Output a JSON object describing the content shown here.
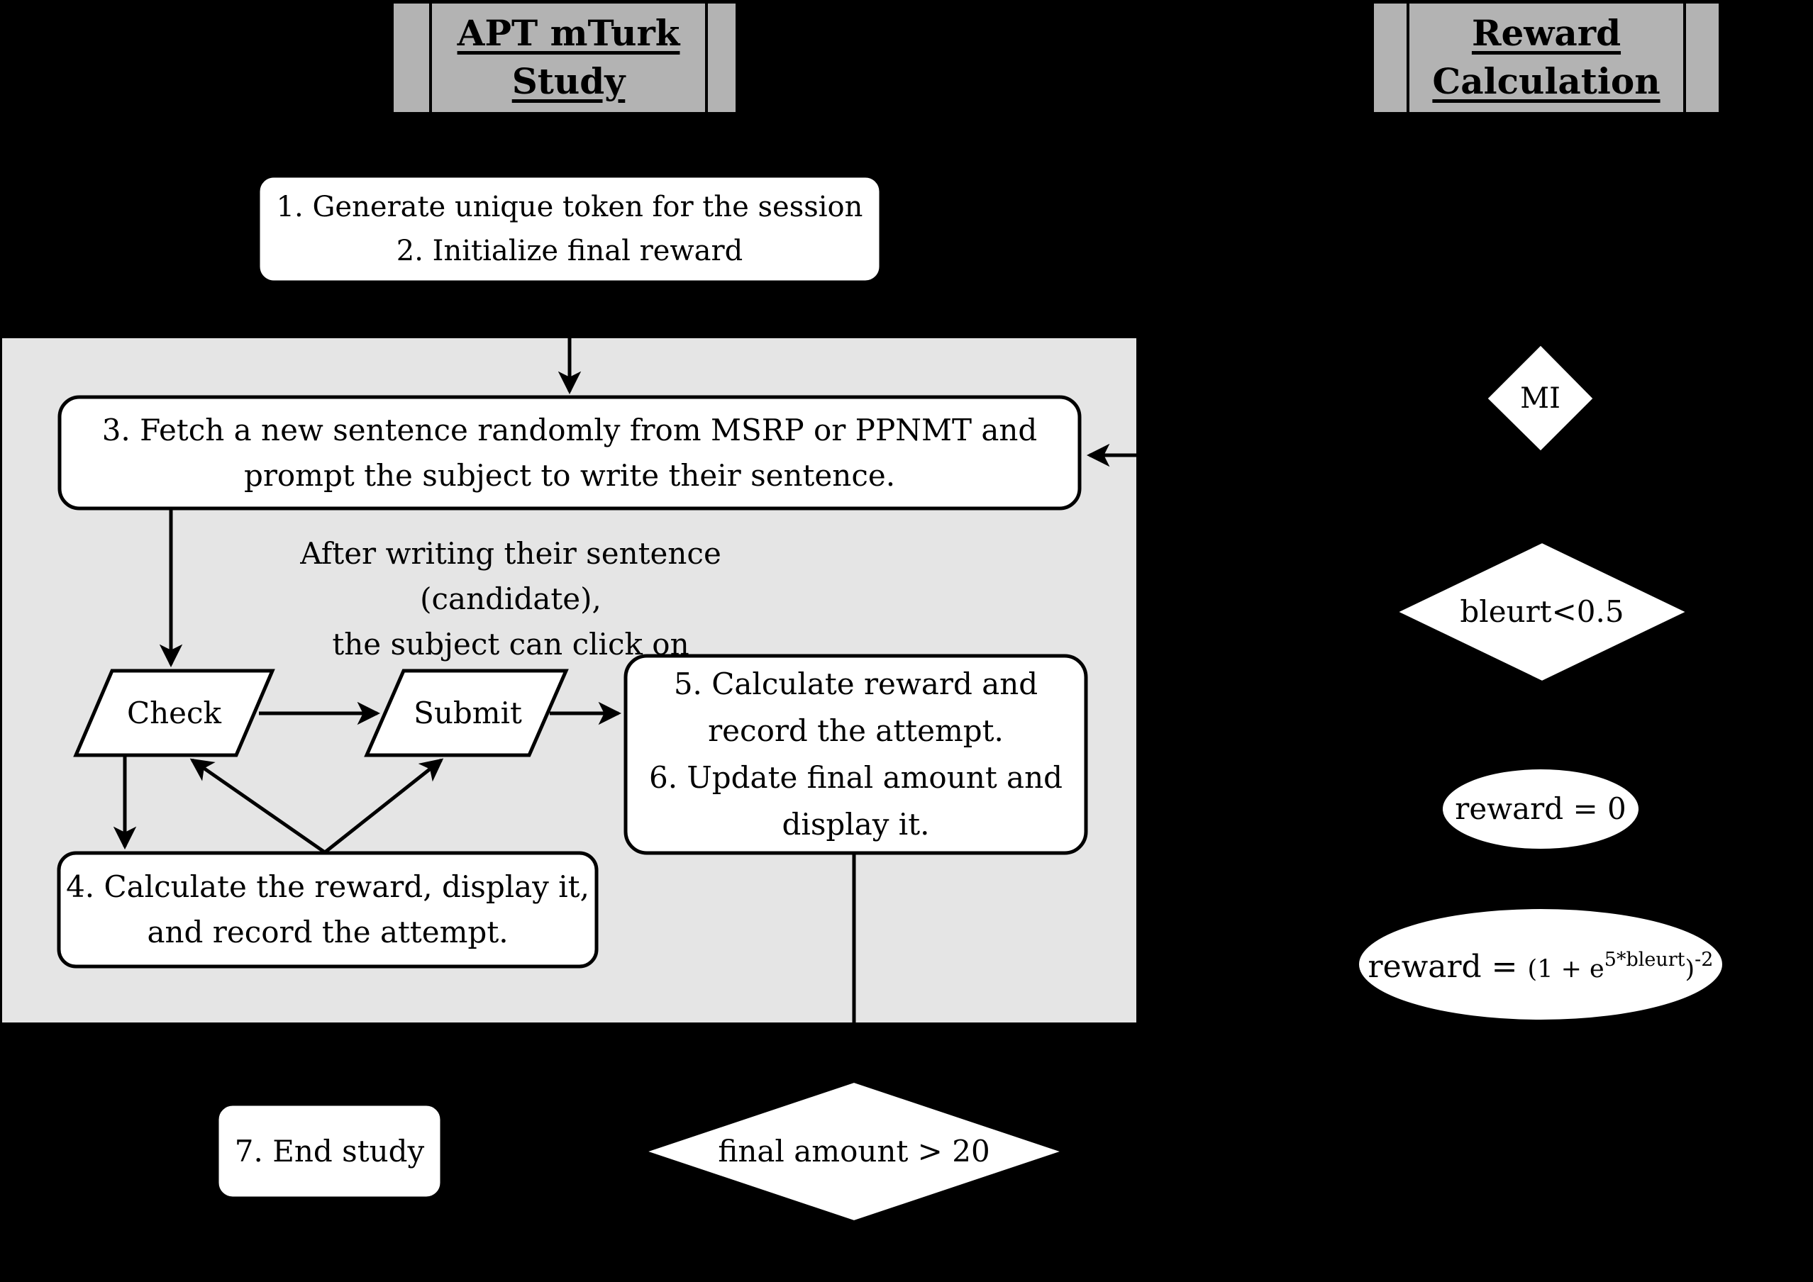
{
  "diagram": {
    "left_panel_title": {
      "line1": "APT mTurk",
      "line2": "Study"
    },
    "right_panel_title": {
      "line1": "Reward",
      "line2": "Calculation"
    },
    "nodes": {
      "step_1_2": {
        "line1": "1. Generate unique token for the session",
        "line2": "2. Initialize final reward"
      },
      "step_3": {
        "line1": "3. Fetch a new sentence randomly from MSRP or PPNMT and",
        "line2": "prompt the subject to write their sentence."
      },
      "annotation": {
        "line1": "After writing their sentence (candidate),",
        "line2": "the subject can click on"
      },
      "check_button": "Check",
      "submit_button": "Submit",
      "step_5_6": {
        "line1": "5. Calculate reward and",
        "line2": "record the attempt.",
        "line3": "6. Update final amount and",
        "line4": "display it."
      },
      "step_4": {
        "line1": "4. Calculate the reward, display it,",
        "line2": "and record the attempt."
      },
      "step_7": "7. End study",
      "final_amount_decision": "final amount > 20",
      "mi_decision": "MI",
      "bleurt_decision": "bleurt<0.5",
      "reward_zero": "reward = 0",
      "reward_formula": {
        "lead": "reward = ",
        "open": "(1 + e",
        "sup1": "5*bleurt",
        "close": ")",
        "sup2": "-2"
      }
    },
    "colors": {
      "background": "#000000",
      "loop_region_fill": "#e5e5e5",
      "title_frame_fill": "#b3b3b3",
      "node_fill": "#ffffff",
      "stroke": "#000000"
    }
  }
}
